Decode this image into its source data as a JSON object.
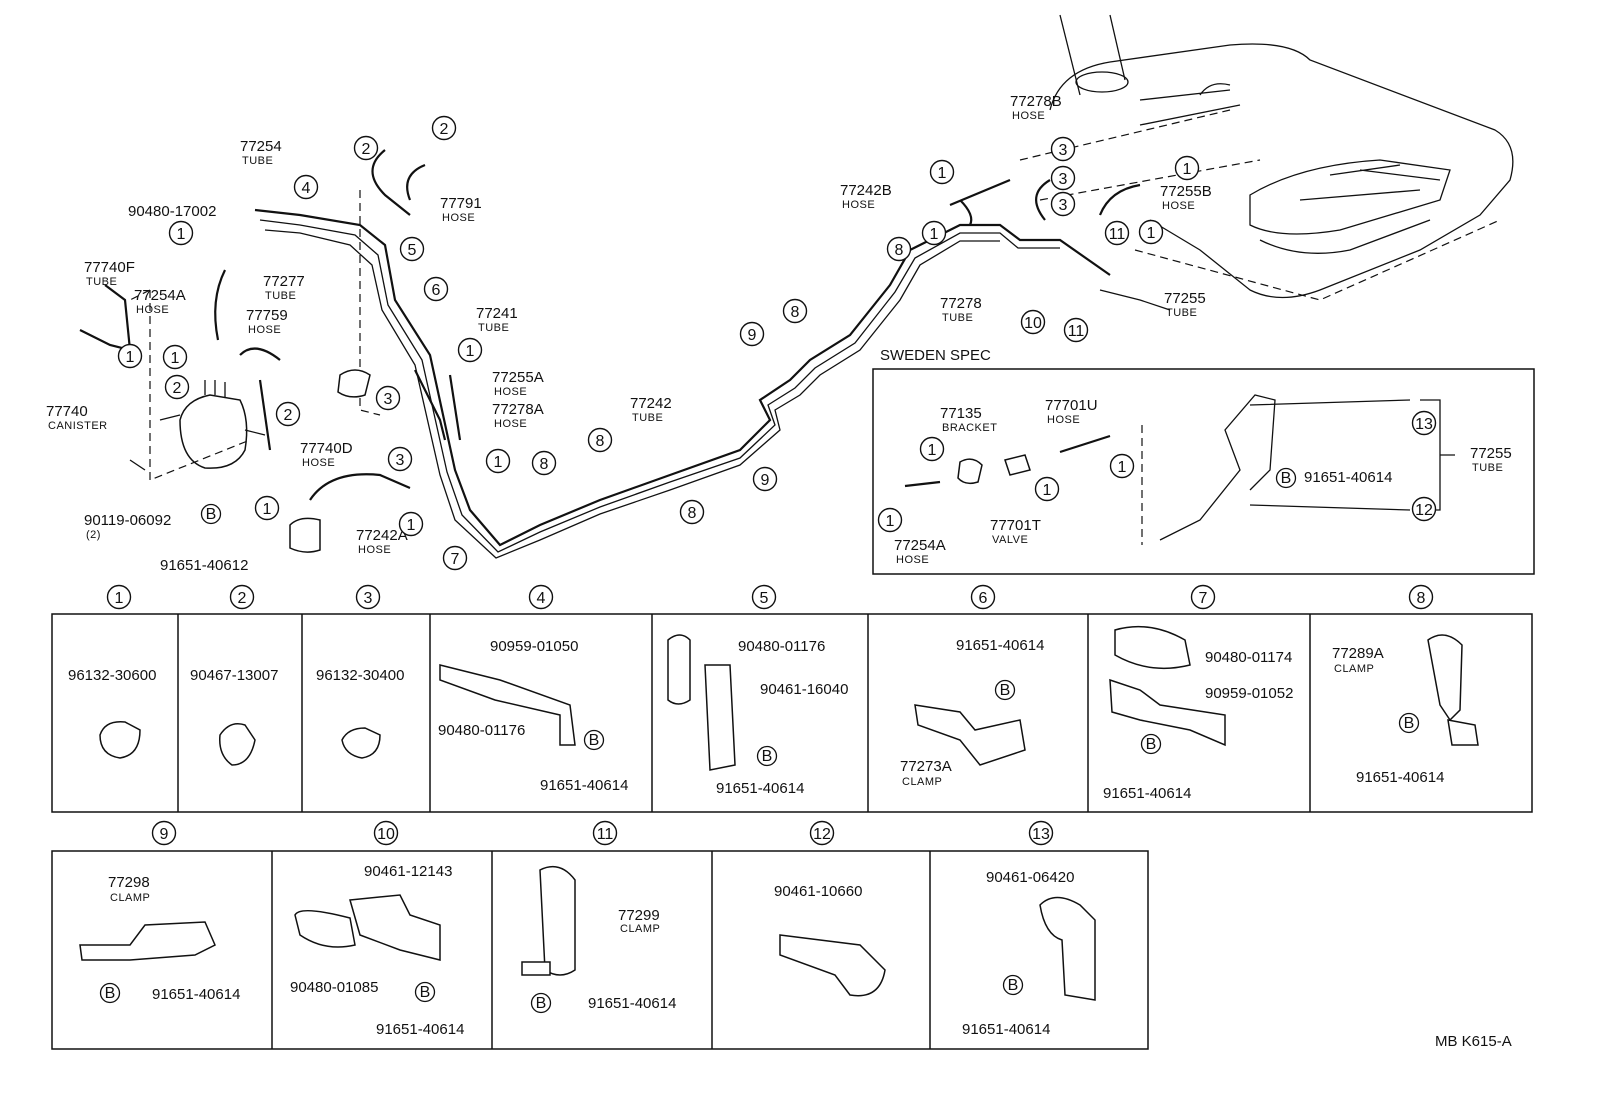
{
  "diagram": {
    "drawing_code": "MB K615-A",
    "sweden_spec_label": "SWEDEN SPEC",
    "main_labels": [
      {
        "id": "p1",
        "number": "90480-17002",
        "desc": ""
      },
      {
        "id": "p2",
        "number": "77254",
        "desc": "TUBE"
      },
      {
        "id": "p3",
        "number": "77740F",
        "desc": "TUBE"
      },
      {
        "id": "p4",
        "number": "77254A",
        "desc": "HOSE"
      },
      {
        "id": "p5",
        "number": "77277",
        "desc": "TUBE"
      },
      {
        "id": "p6",
        "number": "77759",
        "desc": "HOSE"
      },
      {
        "id": "p7",
        "number": "77791",
        "desc": "HOSE"
      },
      {
        "id": "p8",
        "number": "77241",
        "desc": "TUBE"
      },
      {
        "id": "p9",
        "number": "77255A",
        "desc": "HOSE"
      },
      {
        "id": "p10",
        "number": "77278A",
        "desc": "HOSE"
      },
      {
        "id": "p11",
        "number": "77740",
        "desc": "CANISTER"
      },
      {
        "id": "p12",
        "number": "77740D",
        "desc": "HOSE"
      },
      {
        "id": "p13",
        "number": "90119-06092",
        "desc": "(2)"
      },
      {
        "id": "p14",
        "number": "91651-40612",
        "desc": ""
      },
      {
        "id": "p15",
        "number": "77242A",
        "desc": "HOSE"
      },
      {
        "id": "p16",
        "number": "77242",
        "desc": "TUBE"
      },
      {
        "id": "p17",
        "number": "77278B",
        "desc": "HOSE"
      },
      {
        "id": "p18",
        "number": "77242B",
        "desc": "HOSE"
      },
      {
        "id": "p19",
        "number": "77255B",
        "desc": "HOSE"
      },
      {
        "id": "p20",
        "number": "77278",
        "desc": "TUBE"
      },
      {
        "id": "p21",
        "number": "77255",
        "desc": "TUBE"
      }
    ],
    "sweden_labels": [
      {
        "id": "s1",
        "number": "77135",
        "desc": "BRACKET"
      },
      {
        "id": "s2",
        "number": "77701U",
        "desc": "HOSE"
      },
      {
        "id": "s3",
        "number": "77254A",
        "desc": "HOSE"
      },
      {
        "id": "s4",
        "number": "77701T",
        "desc": "VALVE"
      },
      {
        "id": "s5",
        "number": "77255",
        "desc": "TUBE"
      },
      {
        "id": "s6",
        "number": "91651-40614",
        "desc": ""
      }
    ],
    "callouts_main": [
      "1",
      "2",
      "3",
      "4",
      "5",
      "6",
      "7",
      "8",
      "9",
      "10",
      "11",
      "12",
      "13",
      "B"
    ],
    "cells_row1": [
      {
        "num": "1",
        "parts": [
          "96132-30600"
        ]
      },
      {
        "num": "2",
        "parts": [
          "90467-13007"
        ]
      },
      {
        "num": "3",
        "parts": [
          "96132-30400"
        ]
      },
      {
        "num": "4",
        "parts": [
          "90959-01050",
          "90480-01176",
          "91651-40614"
        ]
      },
      {
        "num": "5",
        "parts": [
          "90480-01176",
          "90461-16040",
          "91651-40614"
        ]
      },
      {
        "num": "6",
        "parts": [
          "91651-40614",
          "77273A",
          "CLAMP"
        ]
      },
      {
        "num": "7",
        "parts": [
          "90480-01174",
          "90959-01052",
          "91651-40614"
        ]
      },
      {
        "num": "8",
        "parts": [
          "77289A",
          "CLAMP",
          "91651-40614"
        ]
      }
    ],
    "cells_row2": [
      {
        "num": "9",
        "parts": [
          "77298",
          "CLAMP",
          "91651-40614"
        ]
      },
      {
        "num": "10",
        "parts": [
          "90461-12143",
          "90480-01085",
          "91651-40614"
        ]
      },
      {
        "num": "11",
        "parts": [
          "77299",
          "CLAMP",
          "91651-40614"
        ]
      },
      {
        "num": "12",
        "parts": [
          "90461-10660"
        ]
      },
      {
        "num": "13",
        "parts": [
          "90461-06420",
          "91651-40614"
        ]
      }
    ]
  }
}
